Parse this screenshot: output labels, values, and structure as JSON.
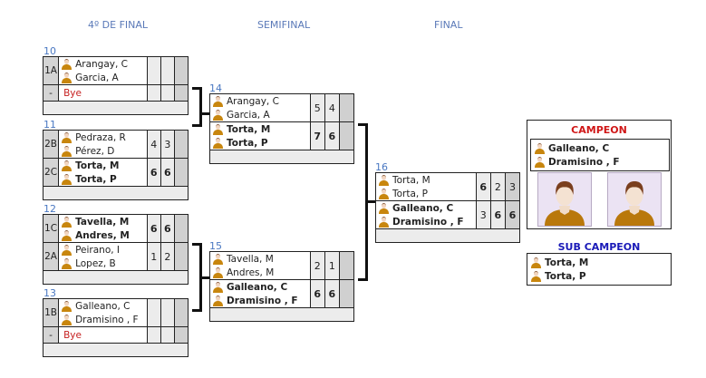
{
  "rounds": {
    "quarterfinal": "4º DE FINAL",
    "semifinal": "SEMIFINAL",
    "final": "FINAL"
  },
  "colors": {
    "round_title": "#5a79b8",
    "match_number": "#4a78c2",
    "bye": "#c62020",
    "champion": "#d01818",
    "runner_up": "#1a1ab8"
  },
  "player_icon": "person-icon",
  "matches": {
    "m10": {
      "number": "10",
      "teams": [
        {
          "seed": "1A",
          "players": [
            "Arangay, C",
            "Garcia, A"
          ],
          "scores": [
            "",
            "",
            ""
          ],
          "winner": false
        },
        {
          "seed": "-",
          "bye": "Bye",
          "scores": [
            "",
            "",
            ""
          ],
          "winner": false
        }
      ]
    },
    "m11": {
      "number": "11",
      "teams": [
        {
          "seed": "2B",
          "players": [
            "Pedraza, R",
            "Pérez, D"
          ],
          "scores": [
            "4",
            "3",
            ""
          ],
          "winner": false
        },
        {
          "seed": "2C",
          "players": [
            "Torta, M",
            "Torta, P"
          ],
          "scores": [
            "6",
            "6",
            ""
          ],
          "winner": true
        }
      ]
    },
    "m12": {
      "number": "12",
      "teams": [
        {
          "seed": "1C",
          "players": [
            "Tavella, M",
            "Andres, M"
          ],
          "scores": [
            "6",
            "6",
            ""
          ],
          "winner": true
        },
        {
          "seed": "2A",
          "players": [
            "Peirano, I",
            "Lopez, B"
          ],
          "scores": [
            "1",
            "2",
            ""
          ],
          "winner": false
        }
      ]
    },
    "m13": {
      "number": "13",
      "teams": [
        {
          "seed": "1B",
          "players": [
            "Galleano, C",
            "Dramisino , F"
          ],
          "scores": [
            "",
            "",
            ""
          ],
          "winner": false
        },
        {
          "seed": "-",
          "bye": "Bye",
          "scores": [
            "",
            "",
            ""
          ],
          "winner": false
        }
      ]
    },
    "m14": {
      "number": "14",
      "teams": [
        {
          "players": [
            "Arangay, C",
            "Garcia, A"
          ],
          "scores": [
            "5",
            "4",
            ""
          ],
          "winner": false
        },
        {
          "players": [
            "Torta, M",
            "Torta, P"
          ],
          "scores": [
            "7",
            "6",
            ""
          ],
          "winner": true
        }
      ]
    },
    "m15": {
      "number": "15",
      "teams": [
        {
          "players": [
            "Tavella, M",
            "Andres, M"
          ],
          "scores": [
            "2",
            "1",
            ""
          ],
          "winner": false
        },
        {
          "players": [
            "Galleano, C",
            "Dramisino , F"
          ],
          "scores": [
            "6",
            "6",
            ""
          ],
          "winner": true
        }
      ]
    },
    "m16": {
      "number": "16",
      "teams": [
        {
          "players": [
            "Torta, M",
            "Torta, P"
          ],
          "scores": [
            "6",
            "2",
            "3"
          ],
          "winner": false
        },
        {
          "players": [
            "Galleano, C",
            "Dramisino , F"
          ],
          "scores": [
            "3",
            "6",
            "6"
          ],
          "winner": true
        }
      ]
    }
  },
  "champion": {
    "title": "CAMPEON",
    "players": [
      "Galleano, C",
      "Dramisino , F"
    ],
    "photo_icon": "avatar-placeholder-icon"
  },
  "runner_up": {
    "title": "SUB CAMPEON",
    "players": [
      "Torta, M",
      "Torta, P"
    ]
  }
}
